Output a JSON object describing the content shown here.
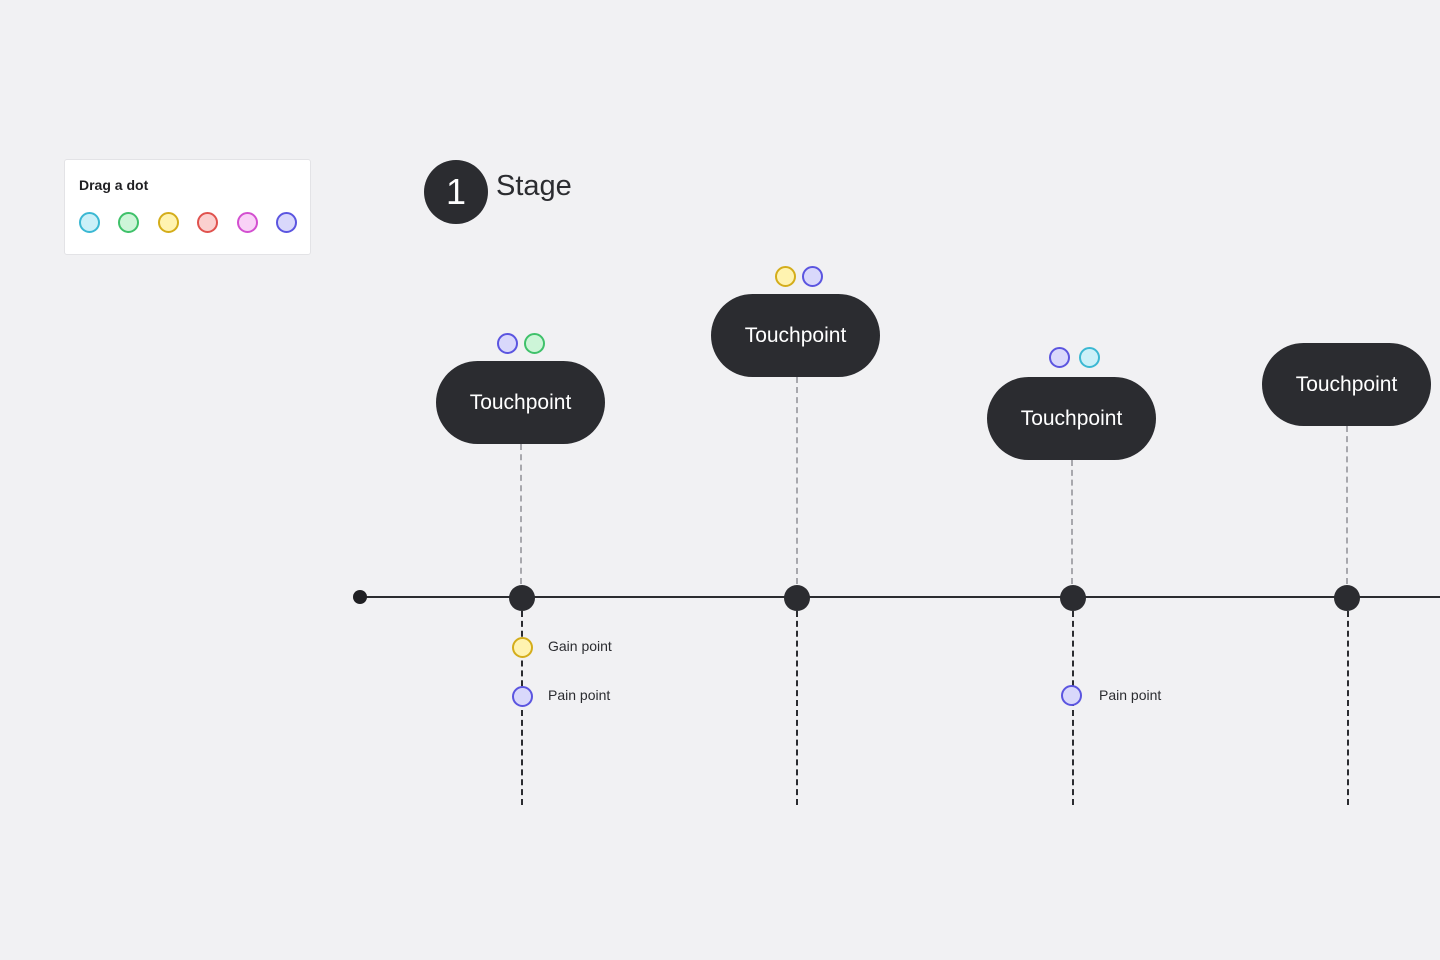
{
  "palette": {
    "title": "Drag a dot",
    "dots": [
      {
        "name": "cyan",
        "fill": "#cbf0f8",
        "stroke": "#3bb8d3"
      },
      {
        "name": "green",
        "fill": "#cdf5d8",
        "stroke": "#3fc16a"
      },
      {
        "name": "yellow",
        "fill": "#fff3b0",
        "stroke": "#d4ad1a"
      },
      {
        "name": "red",
        "fill": "#fbd0cf",
        "stroke": "#e0524e"
      },
      {
        "name": "pink",
        "fill": "#f9d2f7",
        "stroke": "#d34fd0"
      },
      {
        "name": "purple",
        "fill": "#d9d8fb",
        "stroke": "#5b55e0"
      }
    ]
  },
  "stage": {
    "number": "1",
    "title": "Stage"
  },
  "touchpoints": [
    {
      "label": "Touchpoint",
      "dots": [
        "purple",
        "green"
      ]
    },
    {
      "label": "Touchpoint",
      "dots": [
        "yellow",
        "purple"
      ]
    },
    {
      "label": "Touchpoint",
      "dots": [
        "purple",
        "cyan"
      ]
    },
    {
      "label": "Touchpoint",
      "dots": []
    }
  ],
  "notes": [
    {
      "touchpoint": 0,
      "dot": "yellow",
      "label": "Gain point"
    },
    {
      "touchpoint": 0,
      "dot": "purple",
      "label": "Pain point"
    },
    {
      "touchpoint": 2,
      "dot": "purple",
      "label": "Pain point"
    }
  ],
  "colors": {
    "background": "#f1f1f3",
    "dark": "#2b2c30"
  }
}
